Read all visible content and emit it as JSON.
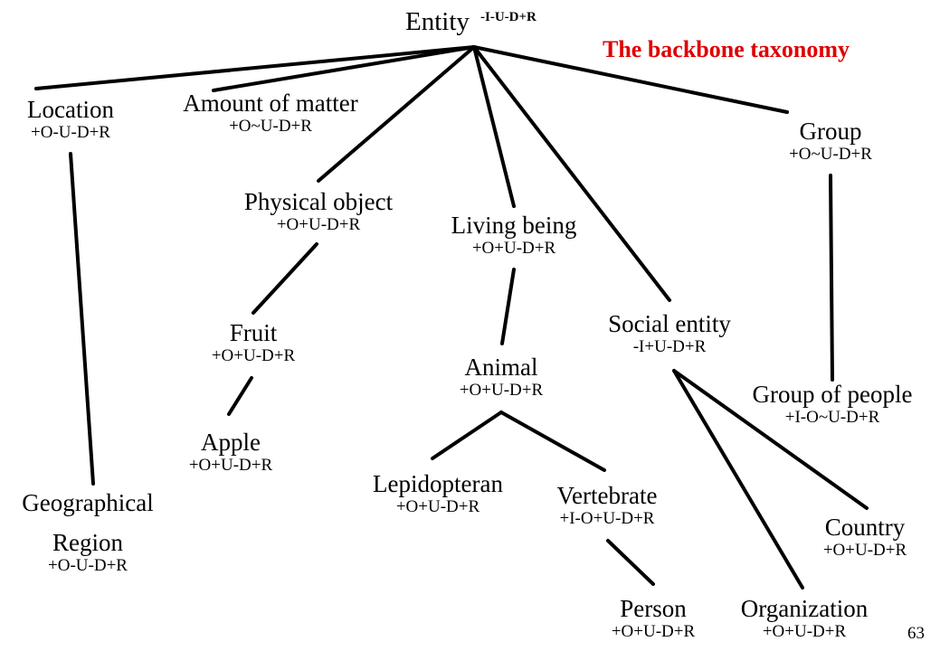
{
  "title": "The backbone taxonomy",
  "title_color": "#e00000",
  "page_number": "63",
  "root": {
    "name": "Entity",
    "props": "-I-U-D+R"
  },
  "nodes": {
    "location": {
      "name": "Location",
      "props": "+O-U-D+R"
    },
    "amount": {
      "name": "Amount  of matter",
      "props": "+O~U-D+R"
    },
    "group": {
      "name": "Group",
      "props": "+O~U-D+R"
    },
    "physical": {
      "name": "Physical   object",
      "props": "+O+U-D+R"
    },
    "living": {
      "name": "Living being",
      "props": "+O+U-D+R"
    },
    "social": {
      "name": "Social entity",
      "props": "-I+U-D+R"
    },
    "fruit": {
      "name": "Fruit",
      "props": "+O+U-D+R"
    },
    "animal": {
      "name": "Animal",
      "props": "+O+U-D+R"
    },
    "group_people": {
      "name": "Group of people",
      "props": "+I-O~U-D+R"
    },
    "apple": {
      "name": "Apple",
      "props": "+O+U-D+R"
    },
    "lepidopteran": {
      "name": "Lepidopteran",
      "props": "+O+U-D+R"
    },
    "vertebrate": {
      "name": "Vertebrate",
      "props": "+I-O+U-D+R"
    },
    "geo": {
      "name": "Geographical",
      "name2": "Region",
      "props": "+O-U-D+R"
    },
    "country": {
      "name": "Country",
      "props": "+O+U-D+R"
    },
    "person": {
      "name": "Person",
      "props": "+O+U-D+R"
    },
    "organization": {
      "name": "Organization",
      "props": "+O+U-D+R"
    }
  },
  "edges": [
    [
      "entity",
      "location"
    ],
    [
      "entity",
      "amount"
    ],
    [
      "entity",
      "physical"
    ],
    [
      "entity",
      "living"
    ],
    [
      "entity",
      "social"
    ],
    [
      "entity",
      "group"
    ],
    [
      "location",
      "geo"
    ],
    [
      "physical",
      "fruit"
    ],
    [
      "fruit",
      "apple"
    ],
    [
      "living",
      "animal"
    ],
    [
      "animal",
      "lepidopteran"
    ],
    [
      "animal",
      "vertebrate"
    ],
    [
      "vertebrate",
      "person"
    ],
    [
      "social",
      "country"
    ],
    [
      "social",
      "organization"
    ],
    [
      "group",
      "group_people"
    ]
  ]
}
